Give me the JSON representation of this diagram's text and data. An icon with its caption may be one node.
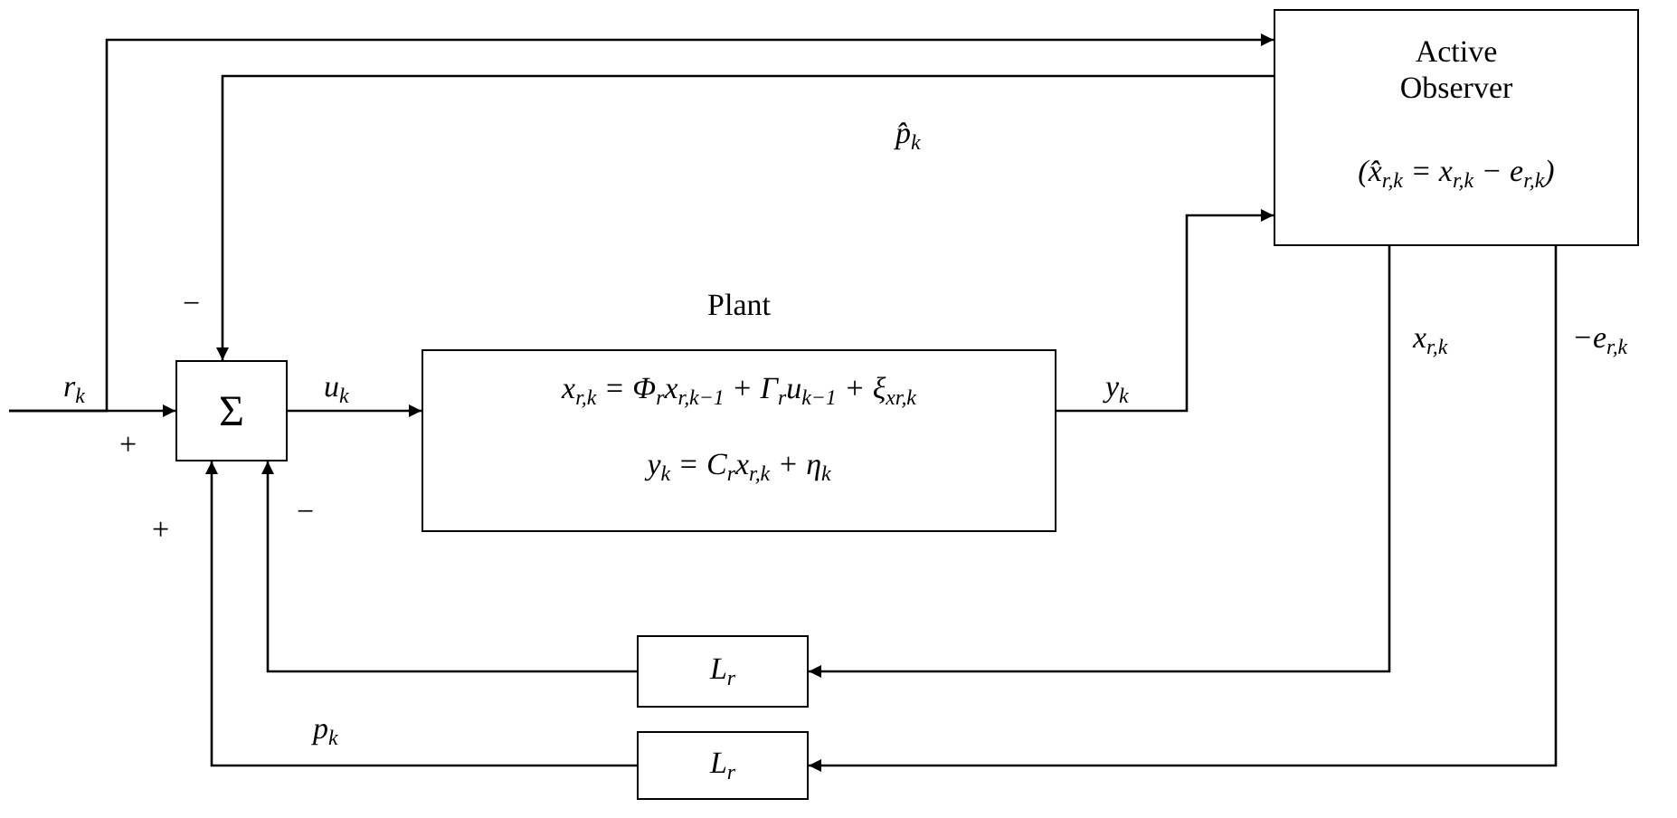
{
  "diagram": {
    "nodes": [
      {
        "text": [
          "Σ"
        ],
        "beside": [
          "−",
          "+",
          "+",
          "−"
        ]
      },
      {
        "text": [
          "Plant",
          "x$_{r,k}$ = Φ$_{r}$x$_{r,k−1}$ + Γ$_{r}$u$_{k−1}$ + ξ$_{x}$$_{r,k}$",
          "y$_{k}$ = C$_{r}$x$_{r,k}$ + η$_{k}$"
        ]
      },
      {
        "text": [
          "Active Observer",
          "(x̂$_{r,k}$ = x$_{r,k}$ − e$_{r,k}$)"
        ]
      },
      {
        "text": [
          "L$_{r}$"
        ]
      },
      {
        "text": [
          "L$_{r}$"
        ]
      }
    ],
    "edges": [
      {
        "from": null,
        "to": 0,
        "arrow": "to",
        "label": "r$_{k}$"
      },
      {
        "from": null,
        "to": 2,
        "arrow": "to"
      },
      {
        "from": 2,
        "to": 0,
        "arrow": "to",
        "label": "p̂$_{k}$"
      },
      {
        "from": 0,
        "to": 1,
        "arrow": "to",
        "label": "u$_{k}$"
      },
      {
        "from": 1,
        "to": 2,
        "arrow": "to",
        "label": "y$_{k}$"
      },
      {
        "from": 2,
        "to": 3,
        "arrow": "to",
        "label": "x$_{r,k}$"
      },
      {
        "from": 3,
        "to": 0,
        "arrow": "to"
      },
      {
        "from": 2,
        "to": 4,
        "arrow": "to",
        "label": "−e$_{r,k}$"
      },
      {
        "from": 4,
        "to": 0,
        "arrow": "to",
        "label": "p$_{k}$"
      }
    ]
  }
}
